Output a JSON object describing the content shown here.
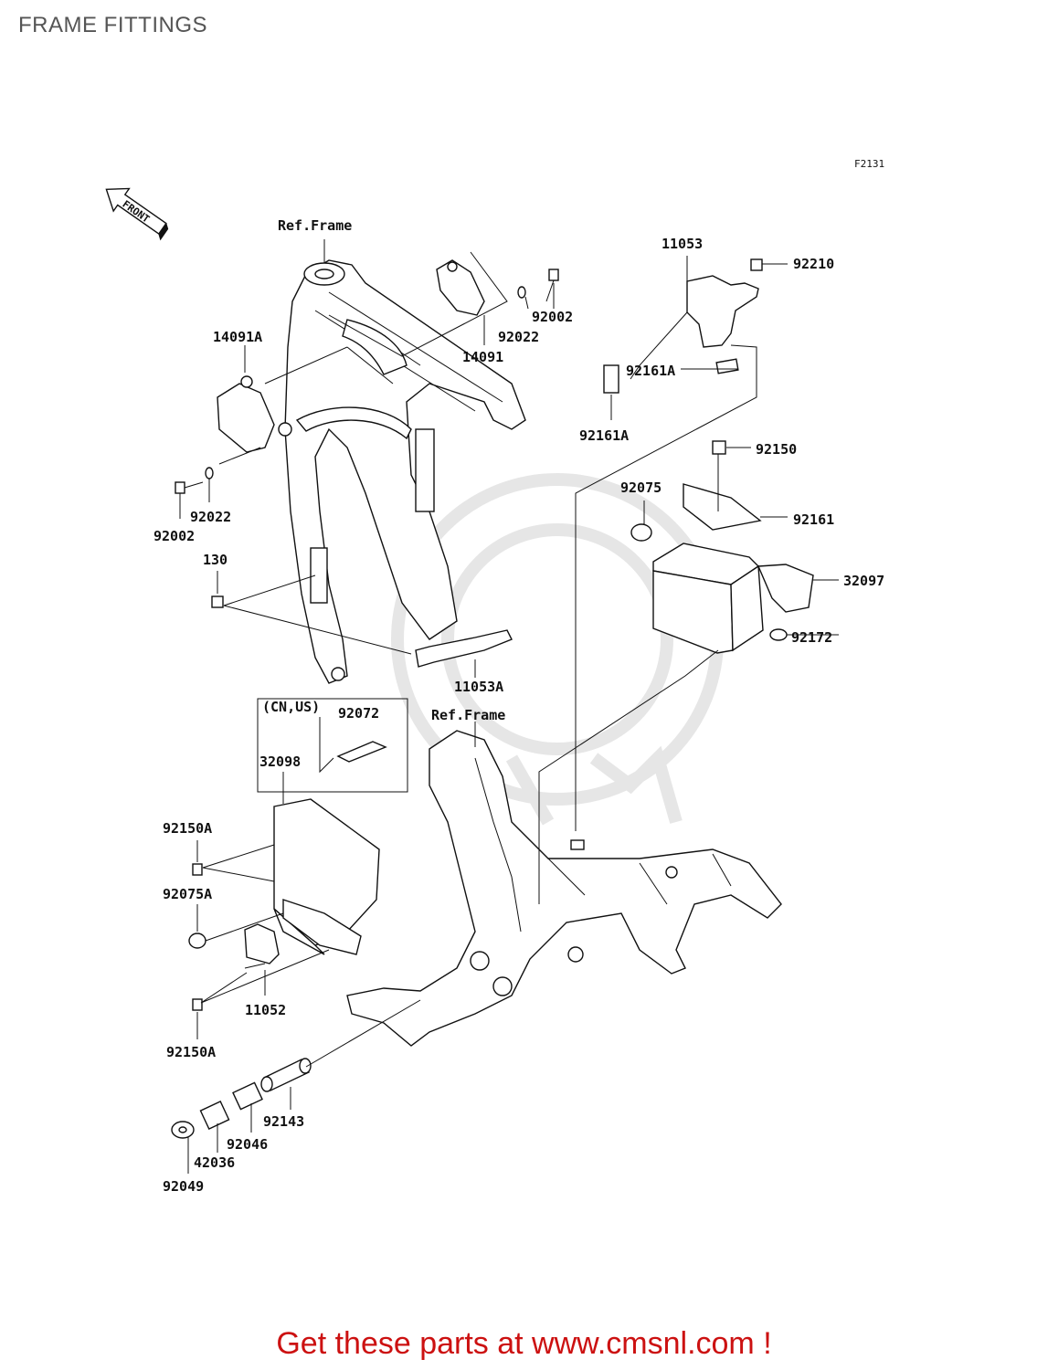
{
  "title": "FRAME FITTINGS",
  "figure_code": "F2131",
  "front_label": "FRONT",
  "ref_frame_label": "Ref.Frame",
  "variant_label": "(CN,US)",
  "labels": {
    "p11053": "11053",
    "p92210": "92210",
    "p92002_top": "92002",
    "p92022_top": "92022",
    "p14091": "14091",
    "p14091A": "14091A",
    "p92161A_a": "92161A",
    "p92161A_b": "92161A",
    "p92150": "92150",
    "p92075": "92075",
    "p92161": "92161",
    "p32097": "32097",
    "p92172": "92172",
    "p92022_left": "92022",
    "p92002_left": "92002",
    "p130": "130",
    "p11053A": "11053A",
    "p92072": "92072",
    "p32098": "32098",
    "p92150A_top": "92150A",
    "p92075A": "92075A",
    "p11052": "11052",
    "p92150A_bot": "92150A",
    "p92143": "92143",
    "p92046": "92046",
    "p42036": "42036",
    "p92049": "92049"
  },
  "footer": "Get these parts at www.cmsnl.com !",
  "colors": {
    "footer": "#cc1111",
    "title": "#555555",
    "ink": "#111111"
  }
}
